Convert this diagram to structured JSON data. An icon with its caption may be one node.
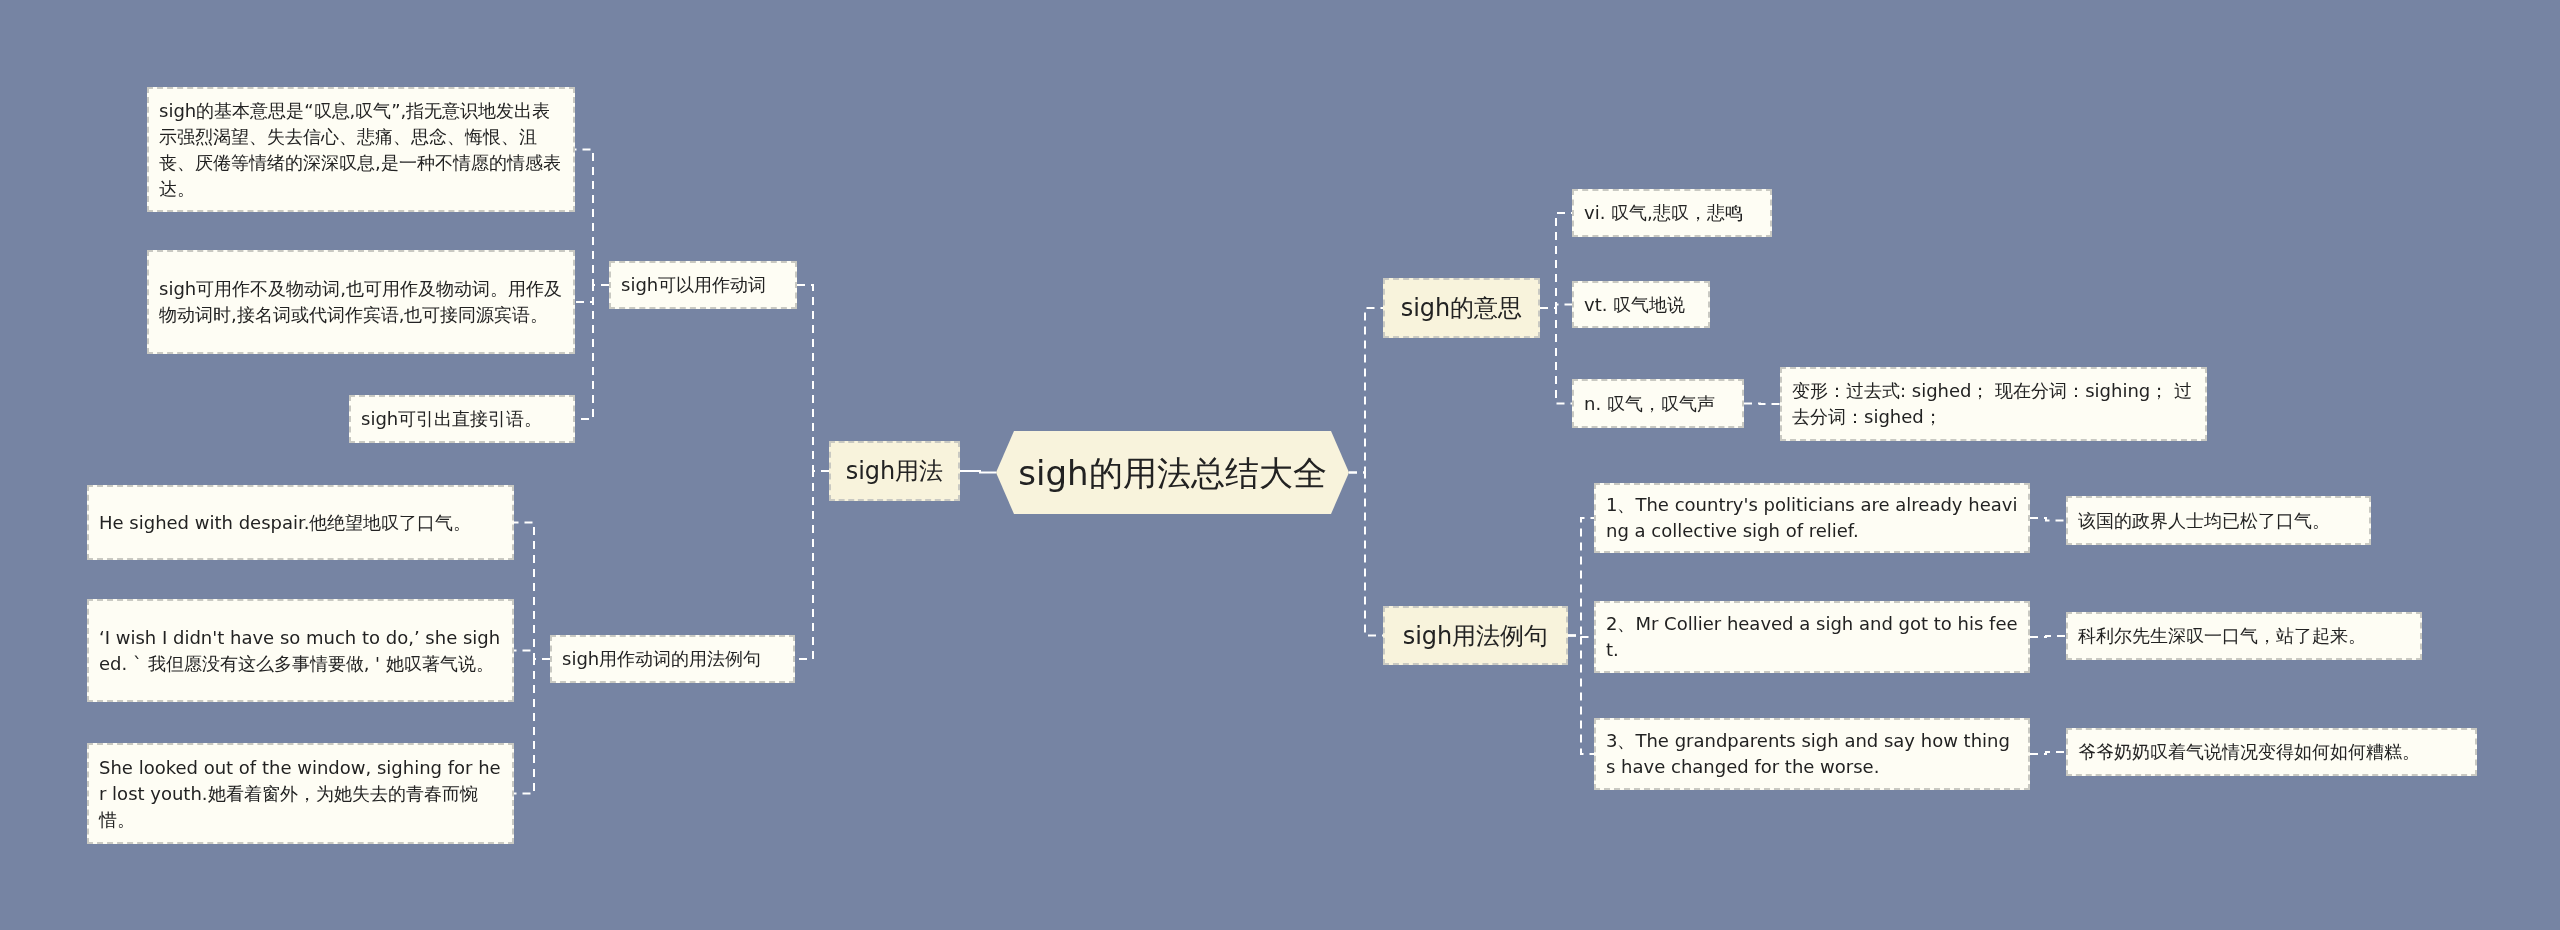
{
  "diagram": {
    "nodes": [
      {
        "text": [
          "sigh的用法总结大全"
        ]
      },
      {
        "text": [
          "sigh用法"
        ]
      },
      {
        "text": [
          "sigh可以用作动词"
        ]
      },
      {
        "text": [
          "sigh的基本意思是“叹息,叹气”,指无意识地发出表示强烈渴望、失去信心、悲痛、思念、悔恨、沮丧、厌倦等情绪的深深叹息,是一种不情愿的情感表达。"
        ]
      },
      {
        "text": [
          "sigh可用作不及物动词,也可用作及物动词。用作及物动词时,接名词或代词作宾语,也可接同源宾语。"
        ]
      },
      {
        "text": [
          "sigh可引出直接引语。"
        ]
      },
      {
        "text": [
          "sigh用作动词的用法例句"
        ]
      },
      {
        "text": [
          "He sighed with despair.他绝望地叹了口气。"
        ]
      },
      {
        "text": [
          "‘I wish I didn't have so much to do,’ she sighed. ` 我但愿没有这么多事情要做, ' 她叹著气说。"
        ]
      },
      {
        "text": [
          "She looked out of the window, sighing for her lost youth.她看着窗外，为她失去的青春而惋惜。"
        ]
      },
      {
        "text": [
          "sigh的意思"
        ]
      },
      {
        "text": [
          "vi. 叹气,悲叹，悲鸣"
        ]
      },
      {
        "text": [
          "vt. 叹气地说"
        ]
      },
      {
        "text": [
          "n. 叹气，叹气声"
        ]
      },
      {
        "text": [
          "变形：过去式: sighed； 现在分词：sighing； 过去分词：sighed；"
        ]
      },
      {
        "text": [
          "sigh用法例句"
        ]
      },
      {
        "text": [
          "1、The country's politicians are already heaving a collective sigh of relief."
        ]
      },
      {
        "text": [
          "该国的政界人士均已松了口气。"
        ]
      },
      {
        "text": [
          "2、Mr Collier heaved a sigh and got to his feet."
        ]
      },
      {
        "text": [
          "科利尔先生深叹一口气，站了起来。"
        ]
      },
      {
        "text": [
          "3、The grandparents sigh and say how things have changed for the worse."
        ]
      },
      {
        "text": [
          "爷爷奶奶叹着气说情况变得如何如何糟糕。"
        ]
      }
    ],
    "edges": [
      {
        "from": 0,
        "to": 1,
        "arrow": "none"
      },
      {
        "from": 1,
        "to": 2,
        "arrow": "none",
        "style": "dashed"
      },
      {
        "from": 2,
        "to": 3,
        "arrow": "none",
        "style": "dashed"
      },
      {
        "from": 2,
        "to": 4,
        "arrow": "none",
        "style": "dashed"
      },
      {
        "from": 2,
        "to": 5,
        "arrow": "none",
        "style": "dashed"
      },
      {
        "from": 1,
        "to": 6,
        "arrow": "none",
        "style": "dashed"
      },
      {
        "from": 6,
        "to": 7,
        "arrow": "none",
        "style": "dashed"
      },
      {
        "from": 6,
        "to": 8,
        "arrow": "none",
        "style": "dashed"
      },
      {
        "from": 6,
        "to": 9,
        "arrow": "none",
        "style": "dashed"
      },
      {
        "from": 0,
        "to": 10,
        "arrow": "none",
        "style": "dashed"
      },
      {
        "from": 10,
        "to": 11,
        "arrow": "none",
        "style": "dashed"
      },
      {
        "from": 10,
        "to": 12,
        "arrow": "none",
        "style": "dashed"
      },
      {
        "from": 10,
        "to": 13,
        "arrow": "none",
        "style": "dashed"
      },
      {
        "from": 13,
        "to": 14,
        "arrow": "none",
        "style": "dashed"
      },
      {
        "from": 0,
        "to": 15,
        "arrow": "none",
        "style": "dashed"
      },
      {
        "from": 15,
        "to": 16,
        "arrow": "none",
        "style": "dashed"
      },
      {
        "from": 16,
        "to": 17,
        "arrow": "none",
        "style": "dashed"
      },
      {
        "from": 15,
        "to": 18,
        "arrow": "none",
        "style": "dashed"
      },
      {
        "from": 18,
        "to": 19,
        "arrow": "none",
        "style": "dashed"
      },
      {
        "from": 15,
        "to": 20,
        "arrow": "none",
        "style": "dashed"
      },
      {
        "from": 20,
        "to": 21,
        "arrow": "none",
        "style": "dashed"
      }
    ]
  }
}
